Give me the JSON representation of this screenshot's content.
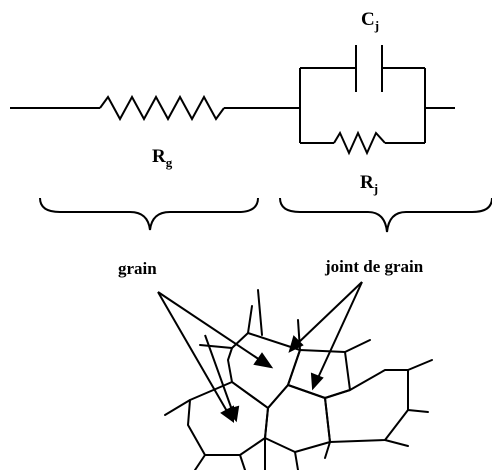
{
  "circuit": {
    "cap_label": {
      "main": "C",
      "sub": "j"
    },
    "grain_resistor_label": {
      "main": "R",
      "sub": "g"
    },
    "joint_resistor_label": {
      "main": "R",
      "sub": "j"
    }
  },
  "labels": {
    "grain": "grain",
    "joint": "joint de grain"
  },
  "colors": {
    "stroke": "#000000",
    "background": "#ffffff"
  }
}
